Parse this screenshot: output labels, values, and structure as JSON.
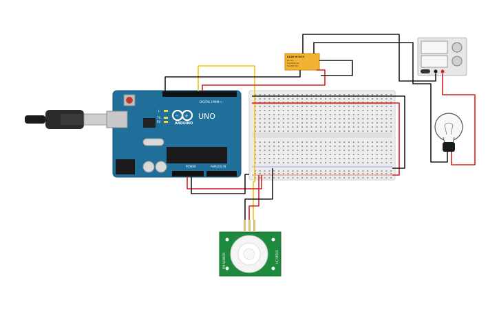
{
  "arduino": {
    "logo_text": "ARDUINO",
    "model": "UNO",
    "digital_label": "DIGITAL (PWM~)",
    "power_label": "POWER",
    "analog_label": "ANALOG IN",
    "led_labels": [
      "L",
      "TX",
      "RX"
    ],
    "board_color": "#1f6f9a"
  },
  "relay": {
    "line1": "KS2E-M-DC5",
    "line2": "DC 5V",
    "line3": "5A/250V AC",
    "line4": "5A/30V DC",
    "color": "#f2b233"
  },
  "pir": {
    "left_label": "PIR SENSOR",
    "right_label": "HC-SR501",
    "color": "#1e8a3e"
  },
  "power_supply": {
    "color": "#e6e6e6"
  },
  "bulb": {
    "color": "#f4f4f4"
  },
  "wire_colors": {
    "red": "#d42020",
    "black": "#1a1a1a",
    "yellow": "#f2c40f"
  }
}
